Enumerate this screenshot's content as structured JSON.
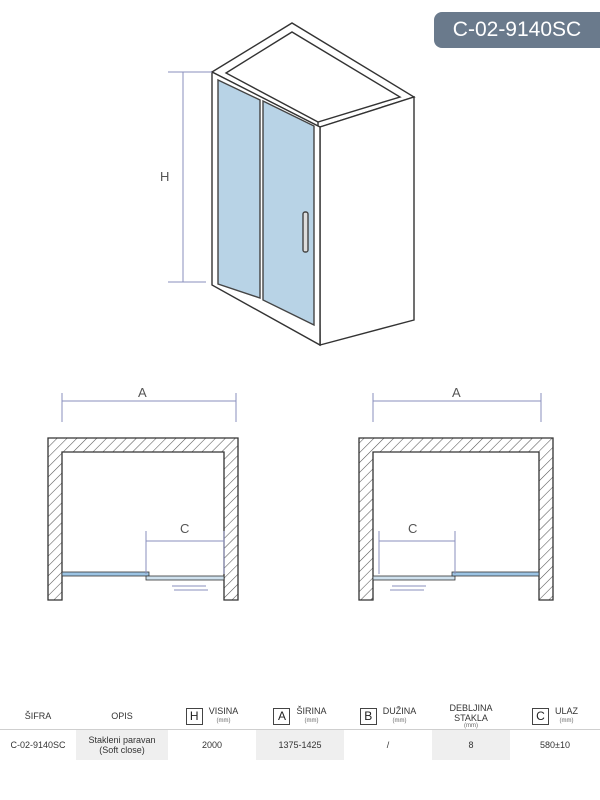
{
  "product_code": "C-02-9140SC",
  "drawing": {
    "height_label": "H",
    "width_label_left": "A",
    "width_label_right": "A",
    "opening_label_left": "C",
    "opening_label_right": "C"
  },
  "table": {
    "headers": {
      "sifra": "ŠIFRA",
      "opis": "OPIS",
      "visina": {
        "letter": "H",
        "label": "VISINA",
        "unit": "(mm)"
      },
      "sirina": {
        "letter": "A",
        "label": "ŠIRINA",
        "unit": "(mm)"
      },
      "duzina": {
        "letter": "B",
        "label": "DUŽINA",
        "unit": "(mm)"
      },
      "debljina": {
        "label": "DEBLJINA STAKLA",
        "unit": "(mm)"
      },
      "ulaz": {
        "letter": "C",
        "label": "ULAZ",
        "unit": "(mm)"
      }
    },
    "row": {
      "sifra": "C-02-9140SC",
      "opis_line1": "Stakleni paravan",
      "opis_line2": "(Soft close)",
      "visina": "2000",
      "sirina": "1375-1425",
      "duzina": "/",
      "debljina": "8",
      "ulaz": "580±10"
    }
  }
}
